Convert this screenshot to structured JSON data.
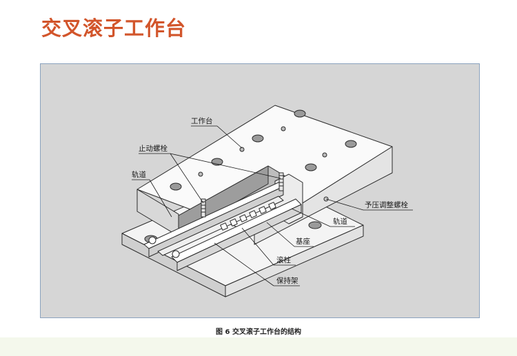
{
  "page": {
    "title": "交叉滚子工作台",
    "caption": "图 6  交叉滚子工作台的结构",
    "colors": {
      "title": "#d2552b",
      "figure_bg": "#d6d6d6",
      "frame": "#8aa2be",
      "footer": "#f4f8ec"
    }
  },
  "diagram": {
    "labels": {
      "table": "工作台",
      "stop_bolt": "止动螺栓",
      "rail_left": "轨道",
      "preload_bolt": "予压调整螺栓",
      "rail_right": "轨道",
      "base": "基座",
      "roller": "滚柱",
      "cage": "保持架"
    }
  }
}
